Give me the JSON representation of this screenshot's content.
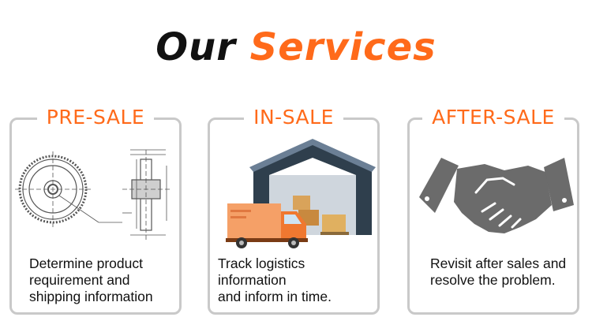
{
  "header": {
    "word1": "Our",
    "word2": "Services"
  },
  "cards": [
    {
      "label": "PRE-SALE",
      "lines": [
        "Determine product",
        "requirement and",
        "shipping information"
      ]
    },
    {
      "label": "IN-SALE",
      "lines": [
        "Track logistics information",
        "and inform in time."
      ]
    },
    {
      "label": "AFTER-SALE",
      "lines": [
        "Revisit after sales and",
        "resolve the problem."
      ]
    }
  ],
  "colors": {
    "accent": "#ff6a1a",
    "border": "#c9c9c9",
    "text": "#111111"
  },
  "icons": [
    "gear-drawing-icon",
    "warehouse-truck-icon",
    "handshake-icon"
  ]
}
